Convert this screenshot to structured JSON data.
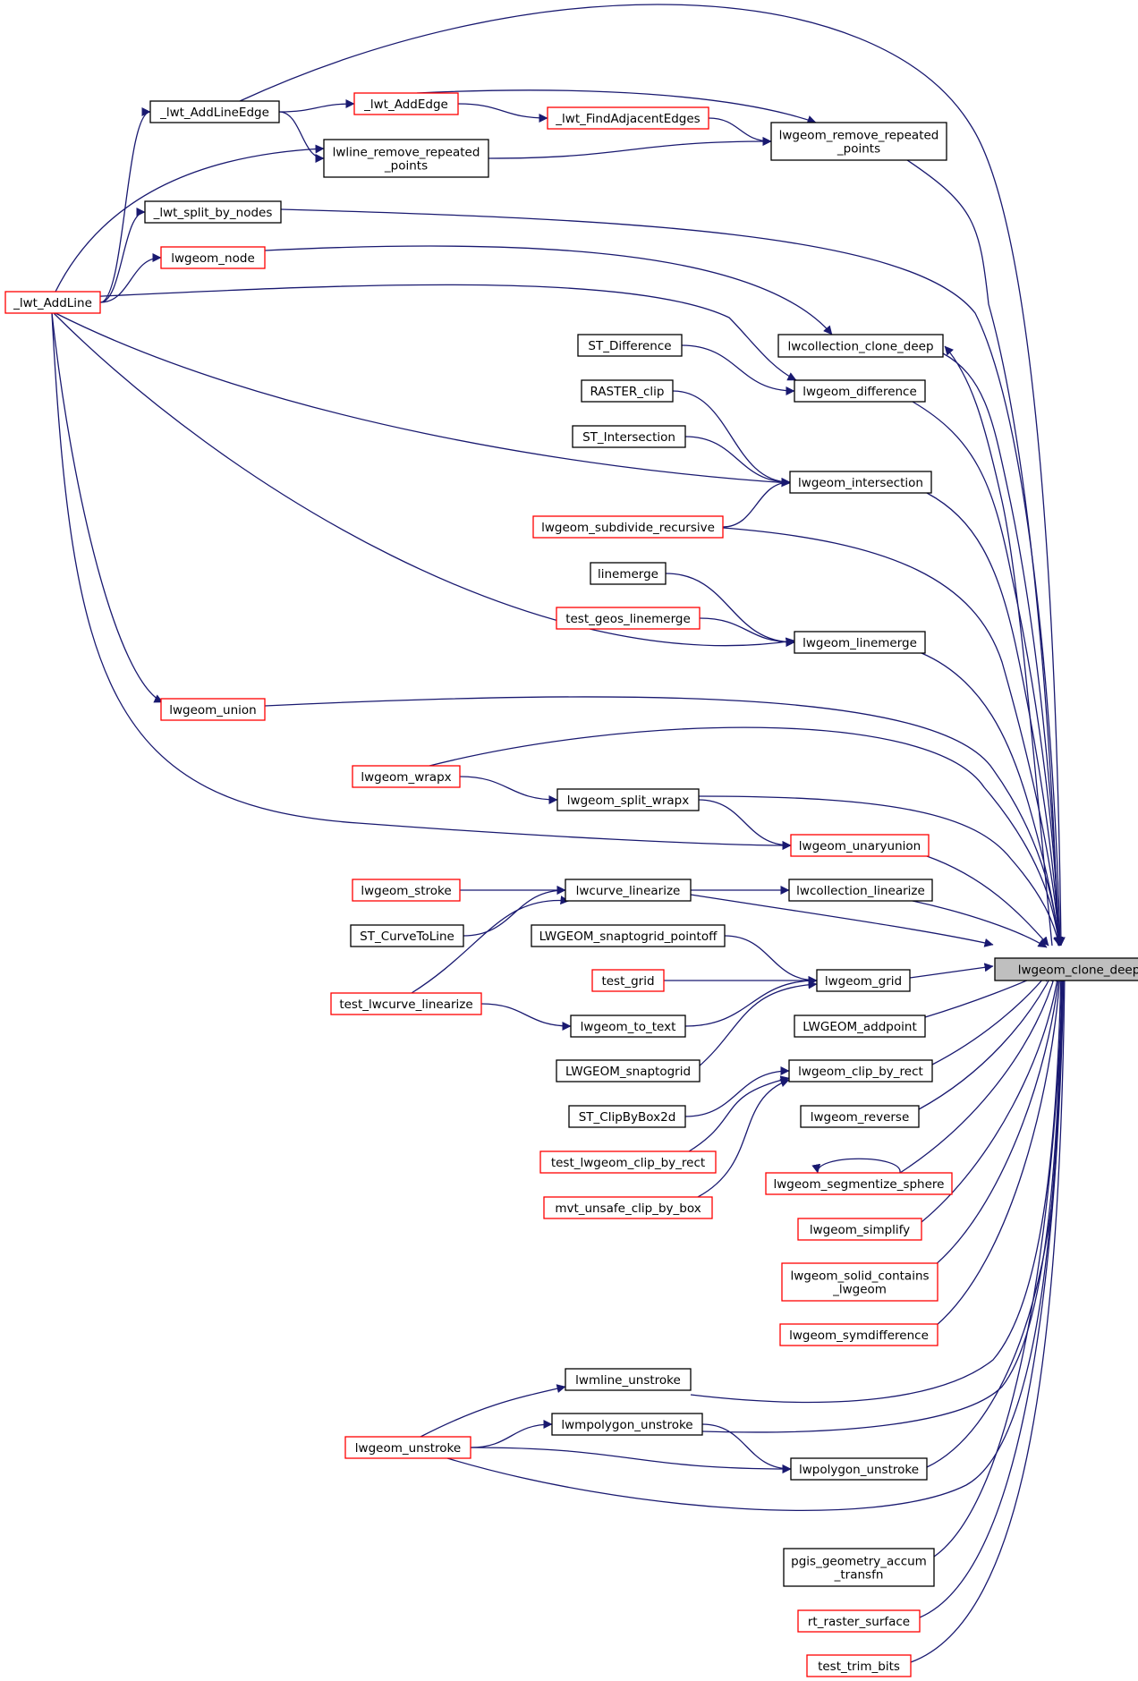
{
  "colors": {
    "edge": "#191970",
    "node_border_black": "#000000",
    "node_border_red": "#ff0000",
    "root_fill": "#bfbfbf",
    "node_fill": "#ffffff"
  },
  "nodes": {
    "root": {
      "lines": [
        "lwgeom_clone_deep"
      ],
      "border": "black",
      "root": true
    },
    "lwt_addlineedge": {
      "lines": [
        "_lwt_AddLineEdge"
      ],
      "border": "black"
    },
    "lwt_addedge": {
      "lines": [
        "_lwt_AddEdge"
      ],
      "border": "red"
    },
    "lwt_findadj": {
      "lines": [
        "_lwt_FindAdjacentEdges"
      ],
      "border": "red"
    },
    "lwgeom_rrp": {
      "lines": [
        "lwgeom_remove_repeated",
        "_points"
      ],
      "border": "black"
    },
    "lwline_rrp": {
      "lines": [
        "lwline_remove_repeated",
        "_points"
      ],
      "border": "black"
    },
    "lwt_split": {
      "lines": [
        "_lwt_split_by_nodes"
      ],
      "border": "black"
    },
    "lwgeom_node": {
      "lines": [
        "lwgeom_node"
      ],
      "border": "red"
    },
    "lwt_addline": {
      "lines": [
        "_lwt_AddLine"
      ],
      "border": "red"
    },
    "lwcoll_clone": {
      "lines": [
        "lwcollection_clone_deep"
      ],
      "border": "black"
    },
    "st_difference": {
      "lines": [
        "ST_Difference"
      ],
      "border": "black"
    },
    "lwgeom_diff": {
      "lines": [
        "lwgeom_difference"
      ],
      "border": "black"
    },
    "raster_clip": {
      "lines": [
        "RASTER_clip"
      ],
      "border": "black"
    },
    "st_intersection": {
      "lines": [
        "ST_Intersection"
      ],
      "border": "black"
    },
    "lwgeom_inter": {
      "lines": [
        "lwgeom_intersection"
      ],
      "border": "black"
    },
    "lwgeom_subdiv": {
      "lines": [
        "lwgeom_subdivide_recursive"
      ],
      "border": "red"
    },
    "linemerge": {
      "lines": [
        "linemerge"
      ],
      "border": "black"
    },
    "test_geos_lm": {
      "lines": [
        "test_geos_linemerge"
      ],
      "border": "red"
    },
    "lwgeom_lm": {
      "lines": [
        "lwgeom_linemerge"
      ],
      "border": "black"
    },
    "lwgeom_union": {
      "lines": [
        "lwgeom_union"
      ],
      "border": "red"
    },
    "lwgeom_wrapx": {
      "lines": [
        "lwgeom_wrapx"
      ],
      "border": "red"
    },
    "lwgeom_split_wrapx": {
      "lines": [
        "lwgeom_split_wrapx"
      ],
      "border": "black"
    },
    "lwgeom_unaryunion": {
      "lines": [
        "lwgeom_unaryunion"
      ],
      "border": "red"
    },
    "lwgeom_stroke": {
      "lines": [
        "lwgeom_stroke"
      ],
      "border": "red"
    },
    "lwcurve_lin": {
      "lines": [
        "lwcurve_linearize"
      ],
      "border": "black"
    },
    "lwcoll_lin": {
      "lines": [
        "lwcollection_linearize"
      ],
      "border": "black"
    },
    "st_curvetoline": {
      "lines": [
        "ST_CurveToLine"
      ],
      "border": "black"
    },
    "test_lwcurve_lin": {
      "lines": [
        "test_lwcurve_linearize"
      ],
      "border": "red"
    },
    "snap_pointoff": {
      "lines": [
        "LWGEOM_snaptogrid_pointoff"
      ],
      "border": "black"
    },
    "test_grid": {
      "lines": [
        "test_grid"
      ],
      "border": "red"
    },
    "lwgeom_grid": {
      "lines": [
        "lwgeom_grid"
      ],
      "border": "black"
    },
    "lwgeom_to_text": {
      "lines": [
        "lwgeom_to_text"
      ],
      "border": "black"
    },
    "lwgeom_addpoint": {
      "lines": [
        "LWGEOM_addpoint"
      ],
      "border": "black"
    },
    "lwgeom_snaptogrid": {
      "lines": [
        "LWGEOM_snaptogrid"
      ],
      "border": "black"
    },
    "lwgeom_clip_rect": {
      "lines": [
        "lwgeom_clip_by_rect"
      ],
      "border": "black"
    },
    "st_clipbybox2d": {
      "lines": [
        "ST_ClipByBox2d"
      ],
      "border": "black"
    },
    "lwgeom_reverse": {
      "lines": [
        "lwgeom_reverse"
      ],
      "border": "black"
    },
    "test_clip_rect": {
      "lines": [
        "test_lwgeom_clip_by_rect"
      ],
      "border": "red"
    },
    "lwgeom_segsphere": {
      "lines": [
        "lwgeom_segmentize_sphere"
      ],
      "border": "red"
    },
    "mvt_clip": {
      "lines": [
        "mvt_unsafe_clip_by_box"
      ],
      "border": "red"
    },
    "lwgeom_simplify": {
      "lines": [
        "lwgeom_simplify"
      ],
      "border": "red"
    },
    "lwgeom_solid": {
      "lines": [
        "lwgeom_solid_contains",
        "_lwgeom"
      ],
      "border": "red"
    },
    "lwgeom_symdiff": {
      "lines": [
        "lwgeom_symdifference"
      ],
      "border": "red"
    },
    "lwmline_unstroke": {
      "lines": [
        "lwmline_unstroke"
      ],
      "border": "black"
    },
    "lwmpoly_unstroke": {
      "lines": [
        "lwmpolygon_unstroke"
      ],
      "border": "black"
    },
    "lwgeom_unstroke": {
      "lines": [
        "lwgeom_unstroke"
      ],
      "border": "red"
    },
    "lwpoly_unstroke": {
      "lines": [
        "lwpolygon_unstroke"
      ],
      "border": "black"
    },
    "pgis_accum": {
      "lines": [
        "pgis_geometry_accum",
        "_transfn"
      ],
      "border": "black"
    },
    "rt_raster_surface": {
      "lines": [
        "rt_raster_surface"
      ],
      "border": "red"
    },
    "test_trim_bits": {
      "lines": [
        "test_trim_bits"
      ],
      "border": "red"
    }
  },
  "edges": [
    [
      "lwt_addline",
      "lwt_addlineedge"
    ],
    [
      "lwt_addlineedge",
      "lwt_addedge"
    ],
    [
      "lwt_addedge",
      "lwt_findadj"
    ],
    [
      "lwt_addedge",
      "lwgeom_rrp"
    ],
    [
      "lwt_findadj",
      "lwgeom_rrp"
    ],
    [
      "lwt_addlineedge",
      "lwline_rrp"
    ],
    [
      "lwt_addline",
      "lwline_rrp"
    ],
    [
      "lwline_rrp",
      "lwgeom_rrp"
    ],
    [
      "lwt_addline",
      "lwt_split"
    ],
    [
      "lwt_addline",
      "lwgeom_node"
    ],
    [
      "lwgeom_node",
      "lwcoll_clone"
    ],
    [
      "lwt_addline",
      "lwgeom_diff"
    ],
    [
      "st_difference",
      "lwgeom_diff"
    ],
    [
      "raster_clip",
      "lwgeom_inter"
    ],
    [
      "st_intersection",
      "lwgeom_inter"
    ],
    [
      "lwt_addline",
      "lwgeom_inter"
    ],
    [
      "lwgeom_subdiv",
      "lwgeom_inter"
    ],
    [
      "linemerge",
      "lwgeom_lm"
    ],
    [
      "test_geos_lm",
      "lwgeom_lm"
    ],
    [
      "lwt_addline",
      "lwgeom_lm"
    ],
    [
      "lwt_addline",
      "lwgeom_union"
    ],
    [
      "lwgeom_wrapx",
      "lwgeom_split_wrapx"
    ],
    [
      "lwgeom_split_wrapx",
      "lwgeom_unaryunion"
    ],
    [
      "lwt_addline",
      "lwgeom_unaryunion"
    ],
    [
      "lwgeom_stroke",
      "lwcurve_lin"
    ],
    [
      "st_curvetoline",
      "lwcurve_lin"
    ],
    [
      "test_lwcurve_lin",
      "lwcurve_lin"
    ],
    [
      "lwcurve_lin",
      "lwcoll_lin"
    ],
    [
      "snap_pointoff",
      "lwgeom_grid"
    ],
    [
      "test_grid",
      "lwgeom_grid"
    ],
    [
      "lwgeom_to_text",
      "lwgeom_grid"
    ],
    [
      "lwgeom_snaptogrid",
      "lwgeom_grid"
    ],
    [
      "test_lwcurve_lin",
      "lwgeom_to_text"
    ],
    [
      "st_clipbybox2d",
      "lwgeom_clip_rect"
    ],
    [
      "test_clip_rect",
      "lwgeom_clip_rect"
    ],
    [
      "mvt_clip",
      "lwgeom_clip_rect"
    ],
    [
      "lwgeom_segsphere",
      "lwgeom_segsphere"
    ],
    [
      "lwgeom_unstroke",
      "lwmline_unstroke"
    ],
    [
      "lwgeom_unstroke",
      "lwmpoly_unstroke"
    ],
    [
      "lwmpoly_unstroke",
      "lwpoly_unstroke"
    ],
    [
      "lwgeom_unstroke",
      "lwpoly_unstroke"
    ],
    [
      "root",
      "lwcoll_clone"
    ],
    [
      "lwgeom_rrp",
      "root"
    ],
    [
      "lwt_addlineedge",
      "root"
    ],
    [
      "lwt_split",
      "root"
    ],
    [
      "lwcoll_clone",
      "root"
    ],
    [
      "lwgeom_diff",
      "root"
    ],
    [
      "lwgeom_inter",
      "root"
    ],
    [
      "lwgeom_subdiv",
      "root"
    ],
    [
      "lwgeom_lm",
      "root"
    ],
    [
      "lwgeom_union",
      "root"
    ],
    [
      "lwgeom_wrapx",
      "root"
    ],
    [
      "lwgeom_split_wrapx",
      "root"
    ],
    [
      "lwgeom_unaryunion",
      "root"
    ],
    [
      "lwcoll_lin",
      "root"
    ],
    [
      "lwcurve_lin",
      "root"
    ],
    [
      "lwgeom_grid",
      "root"
    ],
    [
      "lwgeom_addpoint",
      "root"
    ],
    [
      "lwgeom_clip_rect",
      "root"
    ],
    [
      "lwgeom_reverse",
      "root"
    ],
    [
      "lwgeom_segsphere",
      "root"
    ],
    [
      "lwgeom_simplify",
      "root"
    ],
    [
      "lwgeom_solid",
      "root"
    ],
    [
      "lwgeom_symdiff",
      "root"
    ],
    [
      "lwmline_unstroke",
      "root"
    ],
    [
      "lwmpoly_unstroke",
      "root"
    ],
    [
      "lwpoly_unstroke",
      "root"
    ],
    [
      "lwgeom_unstroke",
      "root"
    ],
    [
      "pgis_accum",
      "root"
    ],
    [
      "rt_raster_surface",
      "root"
    ],
    [
      "test_trim_bits",
      "root"
    ]
  ]
}
